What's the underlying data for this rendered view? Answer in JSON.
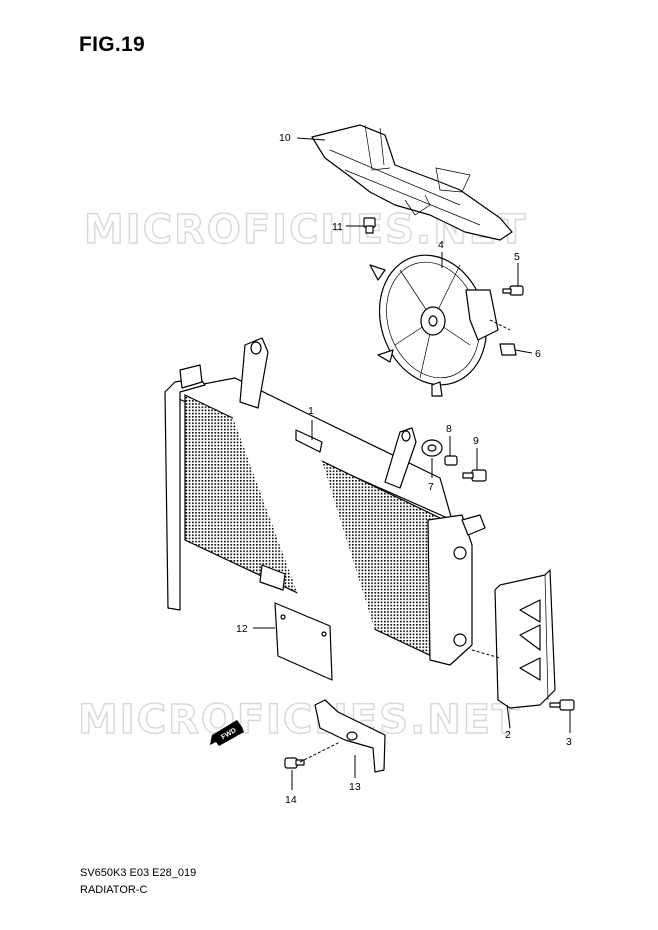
{
  "figure": {
    "title": "FIG.19",
    "code": "SV650K3 E03 E28_019",
    "name": "RADIATOR-C",
    "watermark": "MICROFICHES.NET",
    "fwd_label": "FWD"
  },
  "callouts": [
    "1",
    "2",
    "3",
    "4",
    "5",
    "6",
    "7",
    "8",
    "9",
    "10",
    "11",
    "12",
    "13",
    "14"
  ]
}
